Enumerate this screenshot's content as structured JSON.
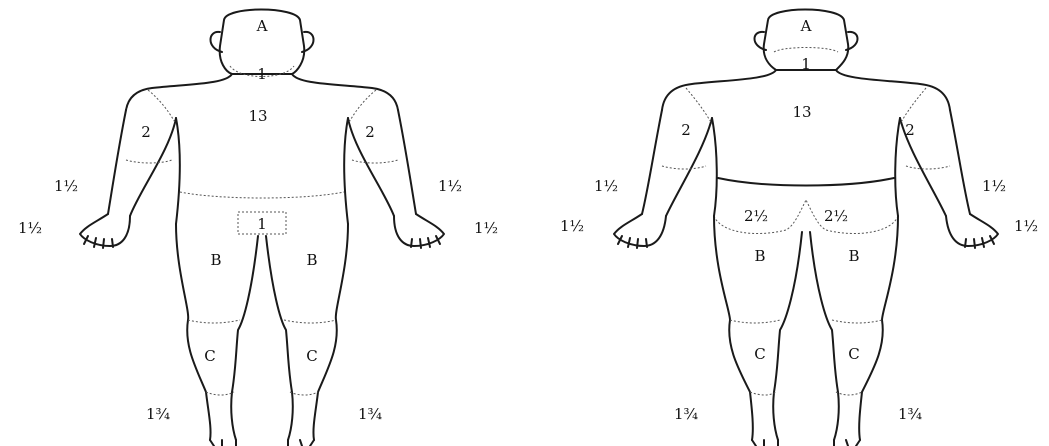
{
  "figures": [
    {
      "view": "front",
      "labels": {
        "head": "A",
        "neck": "1",
        "trunk": "13",
        "upper_arm_left": "2",
        "upper_arm_right": "2",
        "forearm_left": "1½",
        "forearm_right": "1½",
        "hand_left": "1½",
        "hand_right": "1½",
        "genitals": "1",
        "thigh_left": "B",
        "thigh_right": "B",
        "leg_left": "C",
        "leg_right": "C",
        "foot_left": "1¾",
        "foot_right": "1¾"
      }
    },
    {
      "view": "back",
      "labels": {
        "head": "A",
        "neck": "1",
        "trunk": "13",
        "upper_arm_left": "2",
        "upper_arm_right": "2",
        "forearm_left": "1½",
        "forearm_right": "1½",
        "hand_left": "1½",
        "hand_right": "1½",
        "buttock_left": "2½",
        "buttock_right": "2½",
        "thigh_left": "B",
        "thigh_right": "B",
        "leg_left": "C",
        "leg_right": "C",
        "foot_left": "1¾",
        "foot_right": "1¾"
      }
    }
  ]
}
